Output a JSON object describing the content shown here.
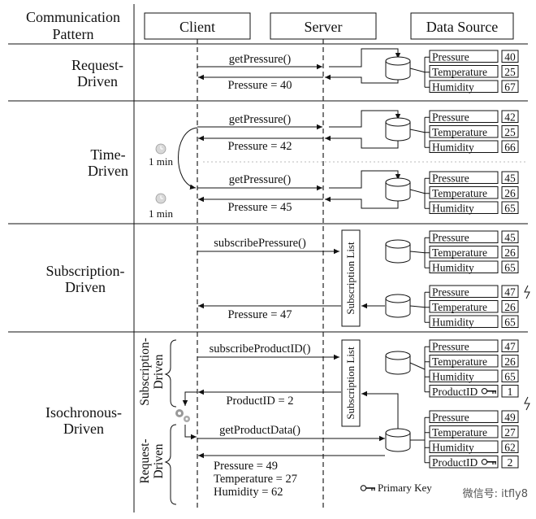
{
  "header": {
    "pattern_line1": "Communication",
    "pattern_line2": "Pattern",
    "client": "Client",
    "server": "Server",
    "data_source": "Data Source"
  },
  "rows": {
    "request": {
      "label1": "Request-",
      "label2": "Driven",
      "call": "getPressure()",
      "response": "Pressure = 40",
      "table": [
        {
          "name": "Pressure",
          "value": "40"
        },
        {
          "name": "Temperature",
          "value": "25"
        },
        {
          "name": "Humidity",
          "value": "67"
        }
      ]
    },
    "time": {
      "label1": "Time-",
      "label2": "Driven",
      "interval": "1 min",
      "call1": "getPressure()",
      "response1": "Pressure = 42",
      "table1": [
        {
          "name": "Pressure",
          "value": "42"
        },
        {
          "name": "Temperature",
          "value": "25"
        },
        {
          "name": "Humidity",
          "value": "66"
        }
      ],
      "call2": "getPressure()",
      "response2": "Pressure = 45",
      "table2": [
        {
          "name": "Pressure",
          "value": "45"
        },
        {
          "name": "Temperature",
          "value": "26"
        },
        {
          "name": "Humidity",
          "value": "65"
        }
      ]
    },
    "subscription": {
      "label1": "Subscription-",
      "label2": "Driven",
      "call": "subscribePressure()",
      "list_label": "Subscription List",
      "response": "Pressure = 47",
      "table1": [
        {
          "name": "Pressure",
          "value": "45"
        },
        {
          "name": "Temperature",
          "value": "26"
        },
        {
          "name": "Humidity",
          "value": "65"
        }
      ],
      "table2": [
        {
          "name": "Pressure",
          "value": "47"
        },
        {
          "name": "Temperature",
          "value": "26"
        },
        {
          "name": "Humidity",
          "value": "65"
        }
      ]
    },
    "isochronous": {
      "label1": "Isochronous-",
      "label2": "Driven",
      "sub_bracket1": "Subscription-",
      "sub_bracket2": "Driven",
      "req_bracket1": "Request-",
      "req_bracket2": "Driven",
      "call1": "subscribeProductID()",
      "list_label": "Subscription List",
      "response1": "ProductID = 2",
      "call2": "getProductData()",
      "response2_line1": "Pressure = 49",
      "response2_line2": "Temperature = 27",
      "response2_line3": "Humidity = 62",
      "table1": [
        {
          "name": "Pressure",
          "value": "47"
        },
        {
          "name": "Temperature",
          "value": "26"
        },
        {
          "name": "Humidity",
          "value": "65"
        },
        {
          "name": "ProductID",
          "value": "1"
        }
      ],
      "table2": [
        {
          "name": "Pressure",
          "value": "49"
        },
        {
          "name": "Temperature",
          "value": "27"
        },
        {
          "name": "Humidity",
          "value": "62"
        },
        {
          "name": "ProductID",
          "value": "2"
        }
      ]
    }
  },
  "legend": {
    "primary_key": "Primary Key",
    "icon": "key-icon"
  },
  "watermark": "微信号: itfly8"
}
